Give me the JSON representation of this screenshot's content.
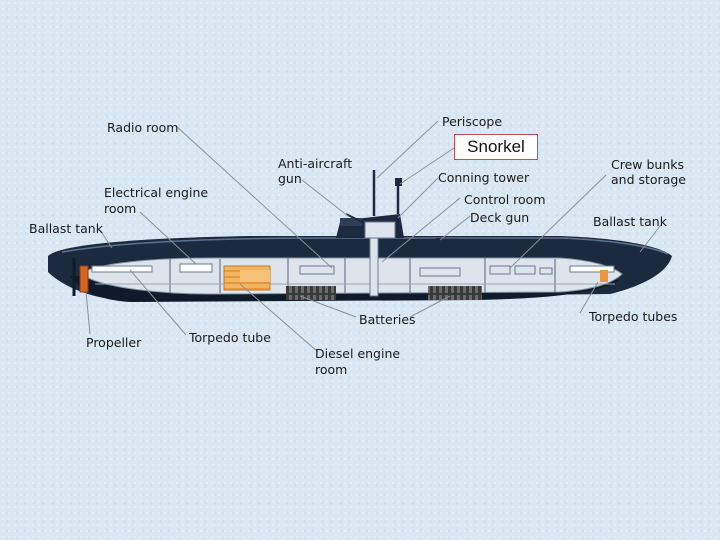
{
  "labels": {
    "periscope": "Periscope",
    "snorkel": "Snorkel",
    "radio_room": "Radio room",
    "anti_aircraft_gun_line1": "Anti-aircraft",
    "anti_aircraft_gun_line2": "gun",
    "crew_bunks_line1": "Crew bunks",
    "crew_bunks_line2": "and storage",
    "conning_tower": "Conning tower",
    "electrical_engine_room_line1": "Electrical engine",
    "electrical_engine_room_line2": "room",
    "control_room": "Control room",
    "ballast_tank_left": "Ballast tank",
    "deck_gun": "Deck gun",
    "ballast_tank_right": "Ballast tank",
    "batteries": "Batteries",
    "torpedo_tubes": "Torpedo tubes",
    "propeller": "Propeller",
    "torpedo_tube": "Torpedo tube",
    "diesel_engine_room_line1": "Diesel engine",
    "diesel_engine_room_line2": "room"
  },
  "colors": {
    "hull_dark": "#1c2a3f",
    "hull_interior": "#dde4ec",
    "engine_orange": "#e8a040",
    "propeller_orange": "#d8641e",
    "leader_line": "#8a9098",
    "snorkel_border": "#c0504d"
  }
}
